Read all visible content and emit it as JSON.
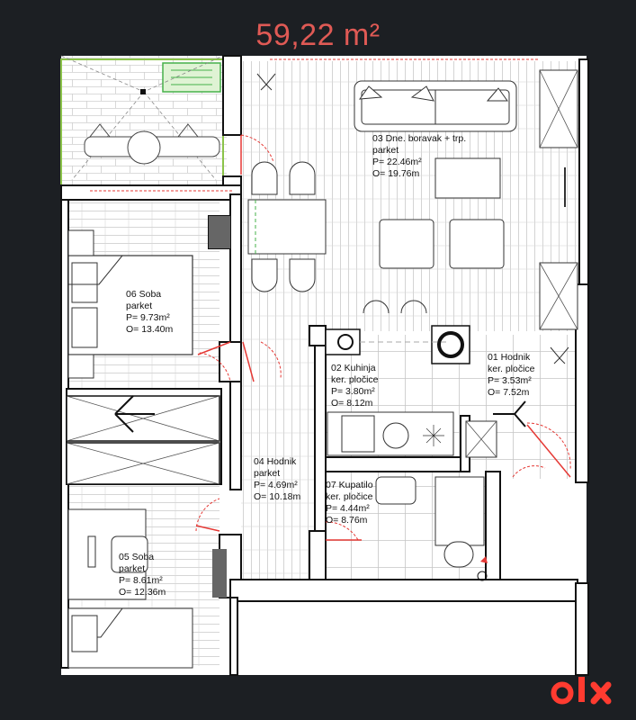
{
  "total_area": "59,22 m²",
  "brand": {
    "name": "olx",
    "color": "#ff3b30"
  },
  "accent": "#e05a55",
  "rooms": [
    {
      "id": "r03",
      "lines": [
        "03 Dne. boravak + trp.",
        "parket",
        "P=   22.46m²",
        "O=  19.76m"
      ]
    },
    {
      "id": "r06",
      "lines": [
        "06 Soba",
        "parket",
        "P=  9.73m²",
        "O= 13.40m"
      ]
    },
    {
      "id": "r02",
      "lines": [
        "02 Kuhinja",
        "ker. pločice",
        "P=   3.80m²",
        "O=  8.12m"
      ]
    },
    {
      "id": "r01",
      "lines": [
        "01 Hodnik",
        "ker. pločice",
        "P=   3.53m²",
        "O= 7.52m"
      ]
    },
    {
      "id": "r04",
      "lines": [
        "04 Hodnik",
        "parket",
        "P=   4.69m²",
        "O=  10.18m"
      ]
    },
    {
      "id": "r07",
      "lines": [
        "07 Kupatilo",
        "ker. pločice",
        "P=   4.44m²",
        "O=  8.76m"
      ]
    },
    {
      "id": "r05",
      "lines": [
        "05 Soba",
        "parket",
        "P=  8.61m²",
        "O= 12.36m"
      ]
    }
  ]
}
